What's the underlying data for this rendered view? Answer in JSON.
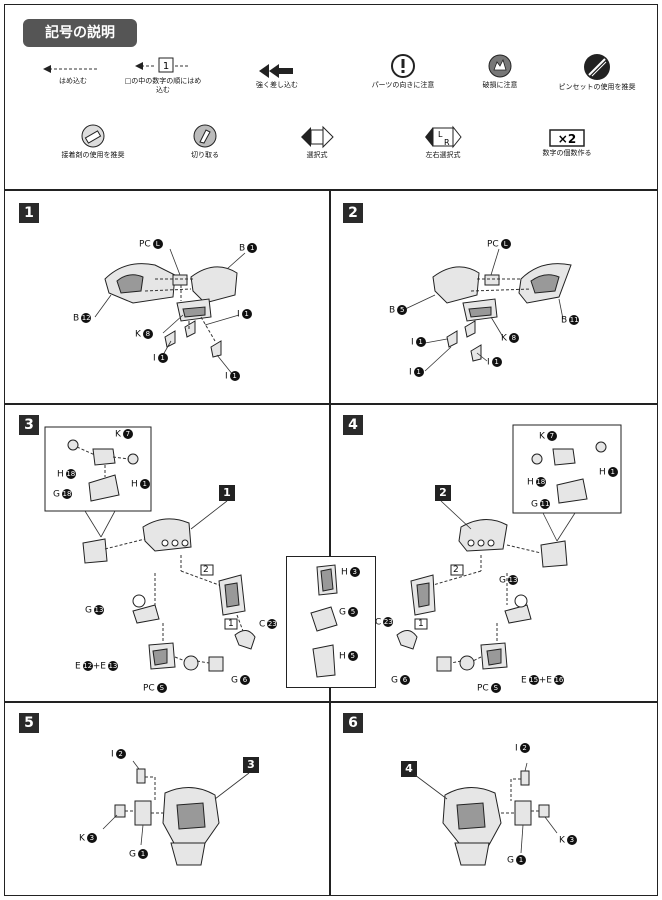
{
  "legend": {
    "title": "記号の説明",
    "symbols": [
      {
        "icon": "dashed-arrow-icon",
        "caption": "はめ込む"
      },
      {
        "icon": "boxed-number-arrow-icon",
        "box": "1",
        "caption": "□の中の数字の順にはめ込む"
      },
      {
        "icon": "double-arrow-icon",
        "caption": "強く差し込む"
      },
      {
        "icon": "exclamation-icon",
        "caption": "パーツの向きに注意"
      },
      {
        "icon": "breakage-icon",
        "caption": "破損に注意"
      },
      {
        "icon": "tweezers-icon",
        "caption": "ピンセットの使用を推奨"
      },
      {
        "icon": "glue-icon",
        "caption": "接着剤の使用を推奨"
      },
      {
        "icon": "cut-icon",
        "caption": "切り取る"
      },
      {
        "icon": "select-icon",
        "caption": "選択式"
      },
      {
        "icon": "lr-select-icon",
        "caption": "左右選択式"
      },
      {
        "icon": "multiply-icon",
        "box": "×2",
        "caption": "数字の個数作る"
      }
    ]
  },
  "steps": [
    {
      "num": "1",
      "labels": {
        "pc": "PC",
        "pc_n": "L",
        "b_top": "B",
        "b_top_n": "1",
        "b_left": "B",
        "b_left_n": "12",
        "k": "K",
        "k_n": "8",
        "i1": "I",
        "i1_n": "1",
        "i2": "I",
        "i2_n": "1",
        "i3": "I",
        "i3_n": "1"
      }
    },
    {
      "num": "2",
      "labels": {
        "pc": "PC",
        "pc_n": "L",
        "b_left": "B",
        "b_left_n": "5",
        "b_right": "B",
        "b_right_n": "11",
        "k": "K",
        "k_n": "8",
        "i1": "I",
        "i1_n": "1",
        "i2": "I",
        "i2_n": "1",
        "i3": "I",
        "i3_n": "1"
      }
    },
    {
      "num": "3",
      "ref": "1",
      "labels": {
        "k": "K",
        "k_n": "7",
        "h1": "H",
        "h1_n": "18",
        "h2": "H",
        "h2_n": "1",
        "g1": "G",
        "g1_n": "18",
        "g2": "G",
        "g2_n": "13",
        "e": "E",
        "e_n": "12",
        "plus": "+E",
        "e2_n": "13",
        "pc": "PC",
        "pc_n": "S",
        "g3": "G",
        "g3_n": "6",
        "c": "C",
        "c_n": "23",
        "box1": "2",
        "box2": "1"
      }
    },
    {
      "num": "4",
      "ref": "2",
      "labels": {
        "k": "K",
        "k_n": "7",
        "h1": "H",
        "h1_n": "18",
        "h2": "H",
        "h2_n": "1",
        "g1": "G",
        "g1_n": "11",
        "g2": "G",
        "g2_n": "13",
        "e": "E",
        "e_n": "15",
        "plus": "+E",
        "e2_n": "16",
        "pc": "PC",
        "pc_n": "S",
        "g3": "G",
        "g3_n": "6",
        "c": "C",
        "c_n": "23",
        "box1": "2",
        "box2": "1"
      }
    },
    {
      "num": "5",
      "ref": "3",
      "labels": {
        "i": "I",
        "i_n": "2",
        "k": "K",
        "k_n": "3",
        "g": "G",
        "g_n": "1"
      }
    },
    {
      "num": "6",
      "ref": "4",
      "labels": {
        "i": "I",
        "i_n": "2",
        "k": "K",
        "k_n": "3",
        "g": "G",
        "g_n": "1"
      }
    }
  ],
  "inset": {
    "h_top": "H",
    "h_top_n": "3",
    "g": "G",
    "g_n": "5",
    "h_bot": "H",
    "h_bot_n": "5"
  }
}
